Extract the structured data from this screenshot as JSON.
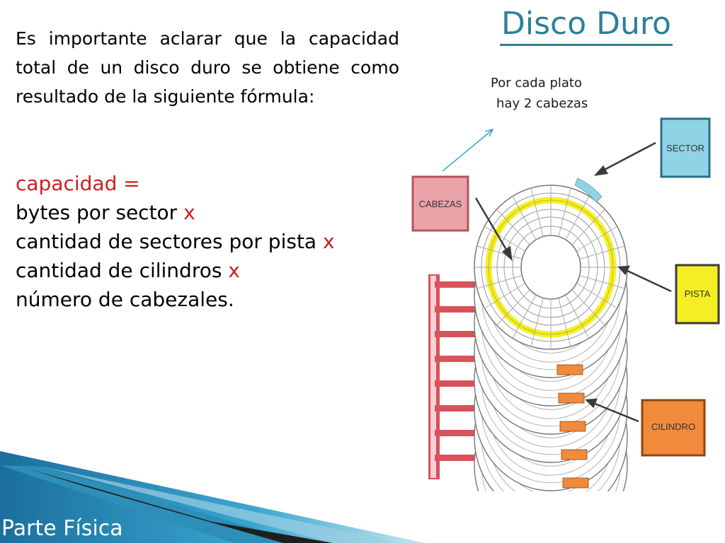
{
  "slide": {
    "title": "Disco Duro",
    "intro": "Es importante aclarar que la capacidad total de un disco duro se obtiene como resultado de la siguiente fórmula:",
    "formula": {
      "line1_text": "capacidad =",
      "line2_text": "bytes por sector ",
      "line2_op": "x",
      "line3_text": "cantidad de sectores por pista ",
      "line3_op": "x",
      "line4_text": "cantidad de cilindros ",
      "line4_op": "x",
      "line5_text": "número de cabezales",
      "line5_end": "."
    },
    "note": {
      "line1": "Por cada plato",
      "line2": "hay 2 cabezas"
    },
    "footer": "Parte Física"
  },
  "diagram": {
    "labels": {
      "heads": "CABEZAS",
      "sector": "SECTOR",
      "track": "PISTA",
      "cylinder": "CILINDRO"
    },
    "colors": {
      "heads": "#e9a3a9",
      "sector": "#8fd3e6",
      "track": "#f5ee22",
      "cylinder": "#f28a3b",
      "arm": "#d8525c",
      "title": "#2e7f98",
      "formula_red": "#cc1f1f",
      "footer_blue": "#2d8fb8"
    }
  }
}
